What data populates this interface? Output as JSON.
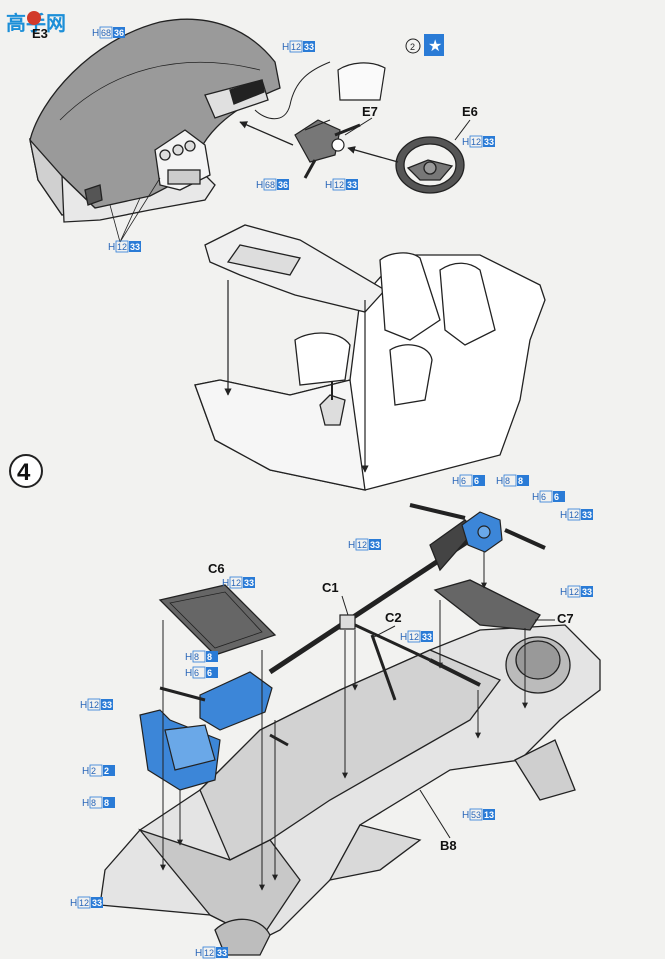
{
  "watermark": {
    "text": "高手网"
  },
  "step": {
    "number": "4"
  },
  "part_labels": {
    "e3": "E3",
    "e7": "E7",
    "e6": "E6",
    "c6": "C6",
    "c1": "C1",
    "c2": "C2",
    "c7": "C7",
    "b8": "B8"
  },
  "sub_step": {
    "number": "2"
  },
  "colors": {
    "paint_blue": "#2a7bd6",
    "part_blue": "#3c86d8",
    "line": "#222222"
  },
  "paint_codes": [
    {
      "id": "pc-h68-36-top",
      "h": "H",
      "a": "68",
      "b": "36"
    },
    {
      "id": "pc-h12-33-lens",
      "h": "H",
      "a": "12",
      "b": "33"
    },
    {
      "id": "pc-h12-33-wheel",
      "h": "H",
      "a": "12",
      "b": "33"
    },
    {
      "id": "pc-h68-36-sw",
      "h": "H",
      "a": "68",
      "b": "36"
    },
    {
      "id": "pc-h12-33-sw",
      "h": "H",
      "a": "12",
      "b": "33"
    },
    {
      "id": "pc-h12-33-dash",
      "h": "H",
      "a": "12",
      "b": "33"
    },
    {
      "id": "pc-h6-6-a",
      "h": "H",
      "a": "6",
      "b": "6"
    },
    {
      "id": "pc-h8-8-a",
      "h": "H",
      "a": "8",
      "b": "8"
    },
    {
      "id": "pc-h6-6-b",
      "h": "H",
      "a": "6",
      "b": "6"
    },
    {
      "id": "pc-h12-33-drive",
      "h": "H",
      "a": "12",
      "b": "33"
    },
    {
      "id": "pc-h12-33-axle",
      "h": "H",
      "a": "12",
      "b": "33"
    },
    {
      "id": "pc-h12-33-c6",
      "h": "H",
      "a": "12",
      "b": "33"
    },
    {
      "id": "pc-h12-33-c2",
      "h": "H",
      "a": "12",
      "b": "33"
    },
    {
      "id": "pc-h12-33-c7",
      "h": "H",
      "a": "12",
      "b": "33"
    },
    {
      "id": "pc-h8-8-b",
      "h": "H",
      "a": "8",
      "b": "8"
    },
    {
      "id": "pc-h6-6-c",
      "h": "H",
      "a": "6",
      "b": "6"
    },
    {
      "id": "pc-h12-33-left",
      "h": "H",
      "a": "12",
      "b": "33"
    },
    {
      "id": "pc-h2-2",
      "h": "H",
      "a": "2",
      "b": "2"
    },
    {
      "id": "pc-h8-8-c",
      "h": "H",
      "a": "8",
      "b": "8"
    },
    {
      "id": "pc-h53-13",
      "h": "H",
      "a": "53",
      "b": "13"
    },
    {
      "id": "pc-h12-33-bot1",
      "h": "H",
      "a": "12",
      "b": "33"
    },
    {
      "id": "pc-h12-33-bot2",
      "h": "H",
      "a": "12",
      "b": "33"
    }
  ]
}
